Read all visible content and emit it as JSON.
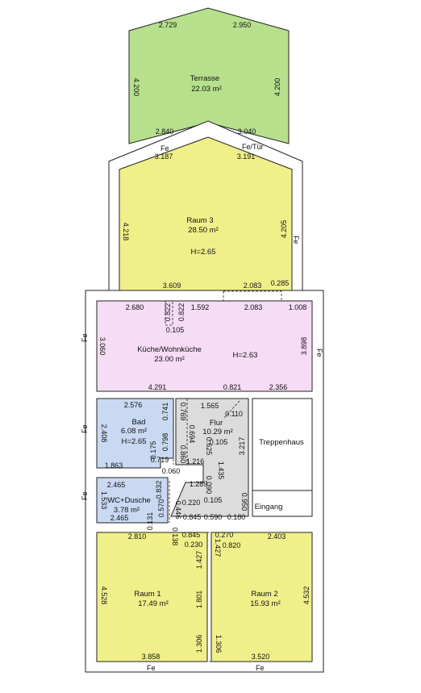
{
  "colors": {
    "terrace": "#b7e08c",
    "room_yellow": "#f0f08a",
    "kitchen": "#f6dcf4",
    "bath": "#c9d9f2",
    "hall": "#dcdcdc",
    "wall": "#ffffff",
    "outline": "#222222"
  },
  "rooms": {
    "terrasse": {
      "name": "Terrasse",
      "area": "22.03 m²"
    },
    "raum3": {
      "name": "Raum 3",
      "area": "28.50 m²",
      "height": "H=2.65"
    },
    "kueche": {
      "name": "Küche/Wohnküche",
      "area": "23.00 m²",
      "height": "H=2.63"
    },
    "bad": {
      "name": "Bad",
      "area": "6.08 m²",
      "height": "H=2.65"
    },
    "flur": {
      "name": "Flur",
      "area": "10.29 m²"
    },
    "treppenhaus": {
      "name": "Treppenhaus"
    },
    "eingang": {
      "name": "Eingang"
    },
    "wc": {
      "name": "WC+Dusche",
      "area": "3.78 m²"
    },
    "raum1": {
      "name": "Raum 1",
      "area": "17.49 m²"
    },
    "raum2": {
      "name": "Raum 2",
      "area": "15.93 m²"
    }
  },
  "labels": {
    "fe": "Fe",
    "fe_tuer": "Fe/Tür"
  },
  "dims": {
    "t_top_left": "2.729",
    "t_top_right": "2.950",
    "t_left": "4.200",
    "t_right": "4.200",
    "t_bot_left": "2.840",
    "t_bot_right": "3.040",
    "r3_top_left": "3.187",
    "r3_top_right": "3.191",
    "r3_left": "4.218",
    "r3_right": "4.205",
    "r3_bot": "3.609",
    "r3_bot2": "2.083",
    "r3_bot3": "0.285",
    "k_top1": "2.680",
    "k_v1": "0.822",
    "k_v2": "0.822",
    "k_top2": "1.592",
    "k_top3": "2.083",
    "k_top4": "1.008",
    "k_v3": "0.105",
    "k_left": "3.060",
    "k_right": "3.898",
    "k_bot1": "4.291",
    "k_bot2": "0.821",
    "k_bot3": "2.356",
    "b_top": "2.576",
    "b_r": "0.741",
    "b_left": "2.408",
    "b_r2": "0.798",
    "b_r3": "0.175",
    "b_bot_r": "0.719",
    "b_bot": "1.863",
    "b_gap": "0.060",
    "f_top": "1.565",
    "f_v1": "0.769",
    "f_v2": "0.694",
    "f_diag": "0.110",
    "f_v3": "0.625",
    "f_mid": "0.105",
    "f_v4": "0.860",
    "f_w": "1.216",
    "f_right": "3.217",
    "f_v5": "1.435",
    "f_w2": "1.289",
    "f_v6": "0.090",
    "f_v7": "0.446",
    "f_d2": "0.220",
    "f_d3": "0.105",
    "f_v8": "0.950",
    "f_b1": "0.845",
    "f_b2": "0.590",
    "f_b3": "0.180",
    "w_top": "2.465",
    "w_r1": "0.832",
    "w_left": "1.533",
    "w_r2": "0.570",
    "w_bot": "2.465",
    "w_r3": "0.131",
    "w_r4": "0.138",
    "r1_top": "2.810",
    "r1_t2": "0.845",
    "r1_t3": "0.230",
    "r_left": "4.528",
    "r1_v1": "1.427",
    "r1_v2": "1.801",
    "r1_v3": "1.306",
    "r1_bot": "3.858",
    "r2_t1": "0.270",
    "r2_t2": "0.820",
    "r2_top": "2.403",
    "r2_v1": "1.427",
    "r2_v2": "1.306",
    "r2_right": "4.532",
    "r2_bot": "3.520"
  }
}
